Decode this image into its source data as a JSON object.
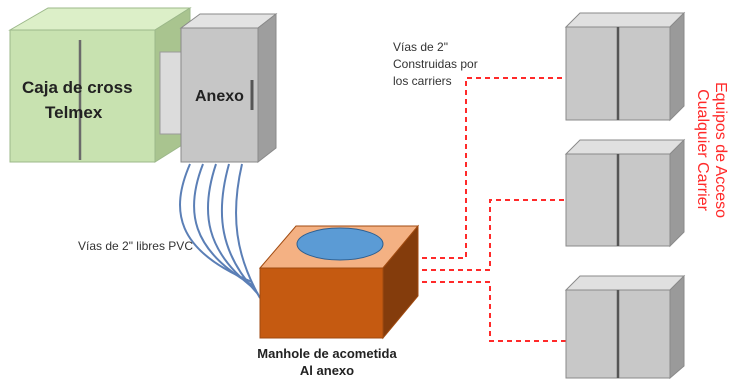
{
  "cross_box": {
    "line1": "Caja de cross",
    "line2": "Telmex"
  },
  "annex": {
    "label": "Anexo"
  },
  "pvc_label": "Vías de 2\" libres PVC",
  "carrier_ducts": {
    "line1": "Vías de 2\"",
    "line2": "Construidas por",
    "line3": "los carriers"
  },
  "manhole": {
    "line1": "Manhole de acometida",
    "line2": "Al anexo"
  },
  "vertical_label": {
    "line1": "Equipos de Acceso",
    "line2": "Cualquier Carrier"
  },
  "colors": {
    "cross_box_front": "#c8e2b0",
    "annex_front": "#c6c6c6",
    "manhole_front": "#c55a11",
    "manhole_top": "#f4b183",
    "manhole_opening": "#5b9bd5",
    "cable": "#5b7fb6",
    "carrier_line": "#ff2a2a",
    "cabinet_front": "#c8c8c8",
    "vertical_label": "#ff2a2a"
  }
}
